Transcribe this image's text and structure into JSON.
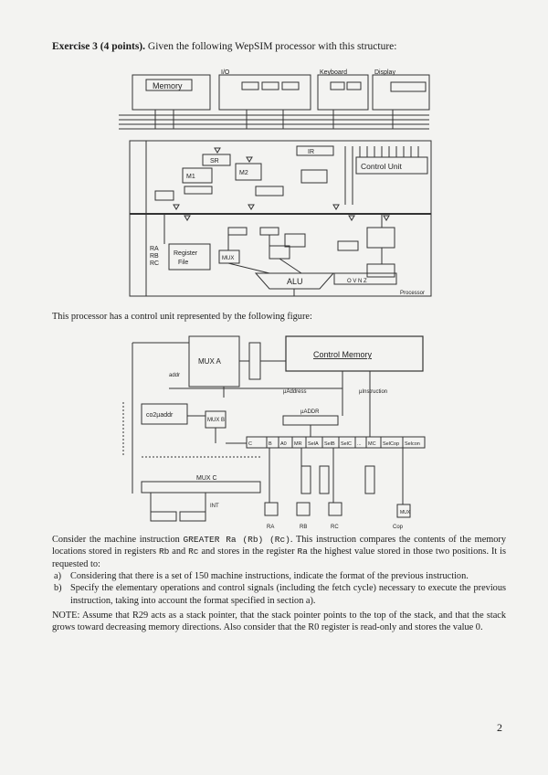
{
  "heading": {
    "exercise": "Exercise 3 (4 points).",
    "intro": "Given the following WepSIM processor with this structure:"
  },
  "figure1": {
    "memory": "Memory",
    "io": "I/O",
    "keyboard": "Keyboard",
    "display": "Display",
    "control_unit": "Control Unit",
    "register_file_1": "Register",
    "register_file_2": "File",
    "alu": "ALU",
    "processor": "Processor",
    "m1": "M1",
    "m2": "M2",
    "sr": "SR",
    "ir": "IR",
    "mux": "MUX",
    "ra": "RA",
    "rb": "RB",
    "rc": "RC",
    "flags": "O V N Z"
  },
  "caption": "This processor has a control unit represented by the following figure:",
  "figure2": {
    "mux_a": "MUX A",
    "control_memory": "Control Memory",
    "co2uaddr": "co2µaddr",
    "mux_b": "MUX B",
    "mux_c": "MUX C",
    "muaddr": "µADDR",
    "uaddress": "µAddress",
    "uinstruction": "µInstruction",
    "fields": [
      "C",
      "B",
      "A0",
      "MR",
      "SelA",
      "SelB",
      "SelC",
      "...",
      "MC",
      "SelCop",
      "Selcon"
    ],
    "ra": "RA",
    "rb": "RB",
    "rc": "RC",
    "cop": "Cop",
    "mux": "MUX",
    "int": "INT",
    "addr": "addr"
  },
  "problem": {
    "p1": "Consider the machine instruction",
    "instruction": "GREATER  Ra  (Rb)  (Rc)",
    "p2": ". This instruction compares the contents of the memory locations stored in registers",
    "rb": "Rb",
    "and": "and",
    "rc": "Rc",
    "p3": "and stores in the register",
    "ra": "Ra",
    "p4": "the highest value stored in those two positions. It is requested to:",
    "items": [
      {
        "label": "a)",
        "text": "Considering that there is a set of 150 machine instructions, indicate the format of the previous instruction."
      },
      {
        "label": "b)",
        "text": "Specify the elementary operations and control signals (including the fetch cycle) necessary to execute the previous instruction, taking into account the format specified in section a)."
      }
    ]
  },
  "note": "NOTE: Assume that R29 acts as a stack pointer, that the stack pointer points to the top of the stack, and that the stack grows toward decreasing memory directions. Also consider that the R0 register is read-only and stores the value 0.",
  "page_number": "2"
}
